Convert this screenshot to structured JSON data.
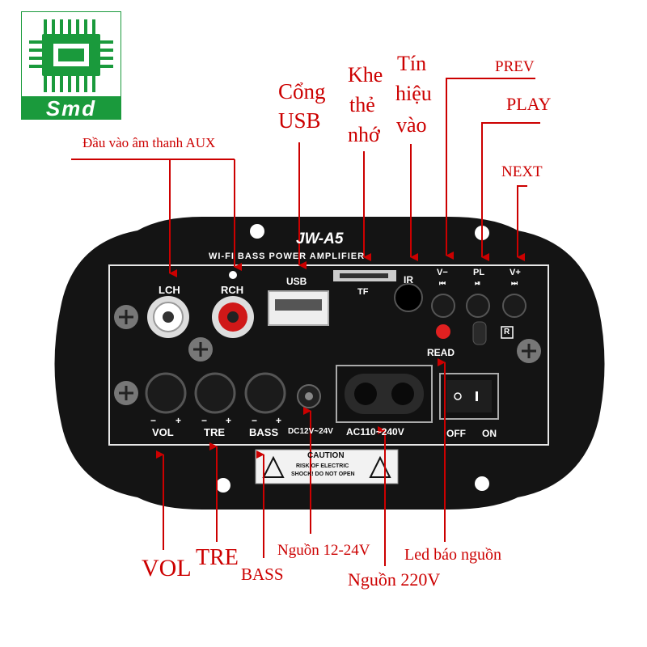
{
  "logo": {
    "text": "Smd",
    "color": "#1a9a3c"
  },
  "board": {
    "model": "JW-A5",
    "subtitle": "WI-FI  BASS POWER AMPLIFIER",
    "ports": {
      "lch": "LCH",
      "rch": "RCH",
      "usb": "USB",
      "tf": "TF",
      "ir": "IR",
      "prev": "V−",
      "play": "PL",
      "next": "V+",
      "read": "READ",
      "r_mark": "R",
      "vol": "VOL",
      "tre": "TRE",
      "bass": "BASS",
      "dc": "DC12V~24V",
      "ac": "AC110~240V",
      "off": "OFF",
      "on": "ON",
      "vol_minus": "−",
      "vol_plus": "+",
      "tre_minus": "−",
      "tre_plus": "+",
      "bass_minus": "−",
      "bass_plus": "+",
      "prev_icon": "⏮",
      "play_icon": "⏯",
      "next_icon": "⏭"
    },
    "caution": {
      "title": "CAUTION",
      "line1": "RISK OF ELECTRIC",
      "line2": "SHOCK! DO NOT OPEN"
    }
  },
  "annotations": {
    "aux": "Đầu vào âm thanh AUX",
    "usb_1": "Cổng",
    "usb_2": "USB",
    "tf_1": "Khe",
    "tf_2": "thẻ",
    "tf_3": "nhớ",
    "ir_1": "Tín",
    "ir_2": "hiệu",
    "ir_3": "vào",
    "prev": "PREV",
    "play": "PLAY",
    "next": "NEXT",
    "vol": "VOL",
    "tre": "TRE",
    "bass": "BASS",
    "dc": "Nguồn 12-24V",
    "ac": "Nguồn 220V",
    "led": "Led báo nguồn"
  },
  "colors": {
    "annotation": "#cc0000",
    "panel": "#141414",
    "logo": "#1a9a3c"
  }
}
